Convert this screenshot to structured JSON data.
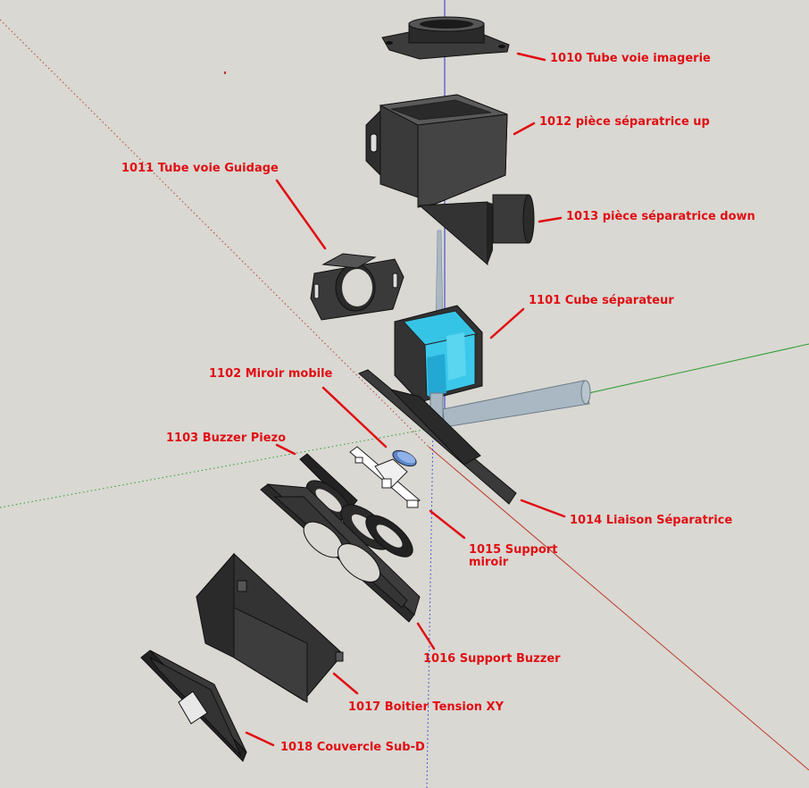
{
  "diagram": {
    "labels": {
      "l1010": "1010  Tube voie imagerie",
      "l1012": "1012 pièce séparatrice up",
      "l1011": "1011 Tube voie Guidage",
      "l1013": "1013 pièce séparatrice down",
      "l1101": "1101 Cube séparateur",
      "l1102": "1102 Miroir mobile",
      "l1103": "1103 Buzzer Piezo",
      "l1014": "1014 Liaison Séparatrice",
      "l1015": "1015 Support miroir",
      "l1016": "1016 Support Buzzer",
      "l1017": "1017 Boitier Tension XY",
      "l1018": "1018 Couvercle Sub-D"
    },
    "colors": {
      "background": "#d9d8d3",
      "label": "#e10d12",
      "part_dark": "#3c3c3c",
      "part_side": "#2a2a2a",
      "glass": "#36c4e6",
      "axis_red": "#c0392b",
      "axis_green": "#2e9b2e",
      "axis_blue": "#2a35c7"
    }
  }
}
